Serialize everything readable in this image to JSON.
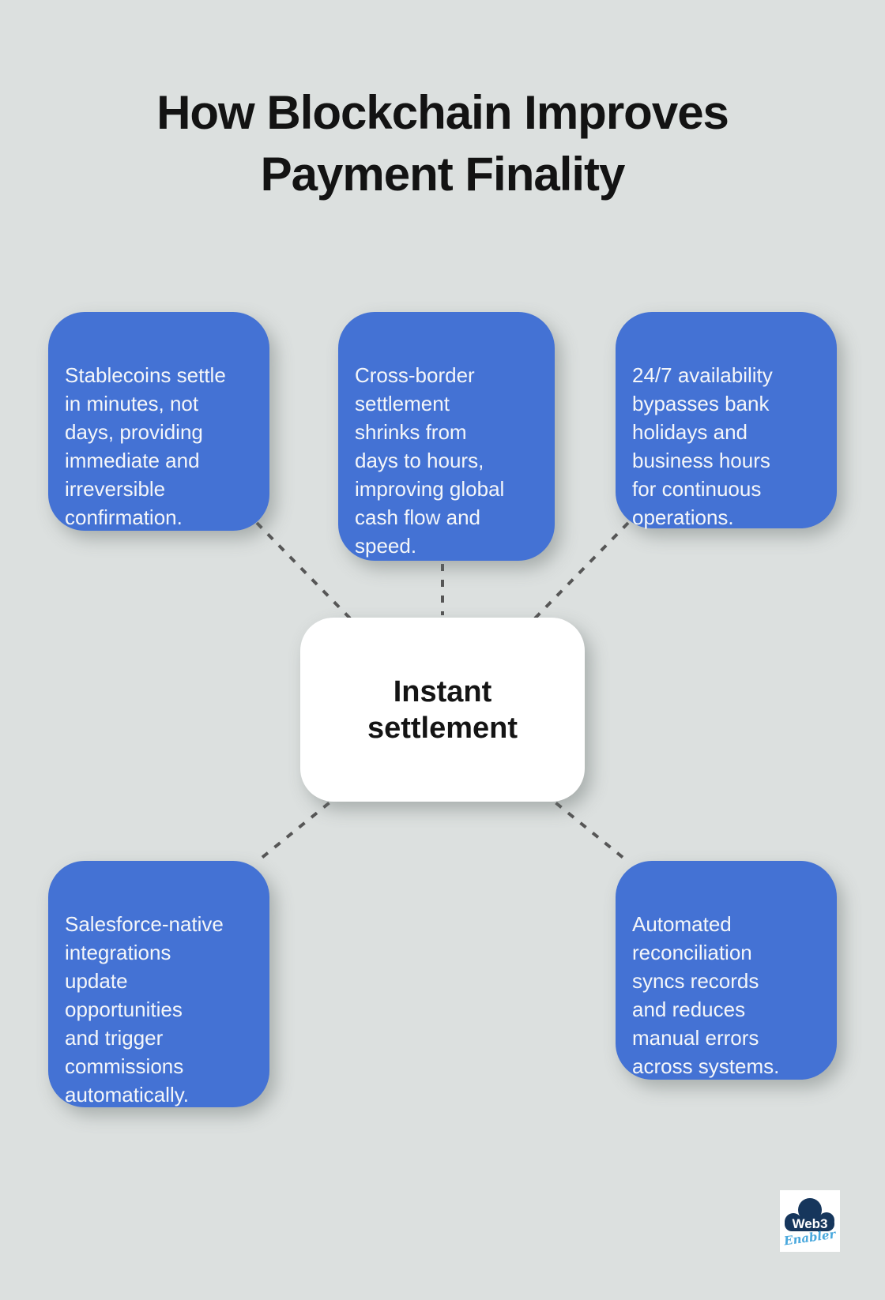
{
  "page": {
    "title": "How Blockchain Improves\nPayment Finality"
  },
  "diagram": {
    "center_label": "Instant\nsettlement",
    "nodes": [
      {
        "position": "top-left",
        "text": "Stablecoins settle\nin minutes, not\ndays, providing\nimmediate and\nirreversible\nconfirmation."
      },
      {
        "position": "top-center",
        "text": "Cross-border\nsettlement\nshrinks from\ndays to hours,\nimproving global\ncash flow and\nspeed."
      },
      {
        "position": "top-right",
        "text": "24/7 availability\nbypasses bank\nholidays and\nbusiness hours\nfor continuous\noperations."
      },
      {
        "position": "bottom-left",
        "text": "Salesforce-native\nintegrations\nupdate\nopportunities\nand trigger\ncommissions\nautomatically."
      },
      {
        "position": "bottom-right",
        "text": "Automated\nreconciliation\nsyncs records\nand reduces\nmanual errors\nacross systems."
      }
    ]
  },
  "logo": {
    "line1": "Web3",
    "line2": "Enabler"
  },
  "colors": {
    "background": "#dce0df",
    "node_blue": "#4472d4",
    "node_text": "#f4f6f9",
    "center_bg": "#ffffff",
    "title_text": "#131313",
    "connector_gray": "#565656",
    "logo_navy": "#16365c",
    "logo_lightblue": "#49a8dd"
  }
}
